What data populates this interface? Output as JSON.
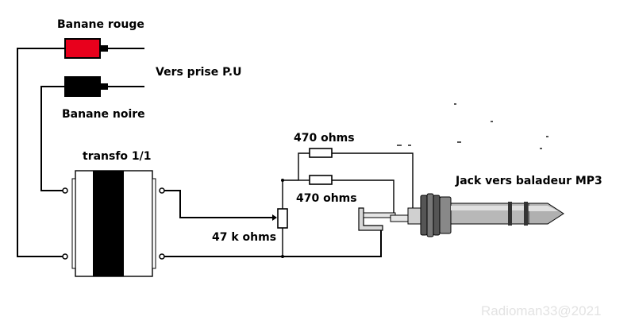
{
  "labels": {
    "red_plug": "Banane rouge",
    "to_pickup": "Vers prise P.U",
    "black_plug": "Banane noire",
    "transformer": "transfo 1/1",
    "resistor_top": "470 ohms",
    "resistor_bottom": "470 ohms",
    "potentiometer": "47 k ohms",
    "jack": "Jack vers baladeur MP3",
    "watermark": "Radioman33@2021"
  },
  "colors": {
    "red_plug": "#e8001c",
    "black_plug": "#000000",
    "wire": "#000000"
  }
}
